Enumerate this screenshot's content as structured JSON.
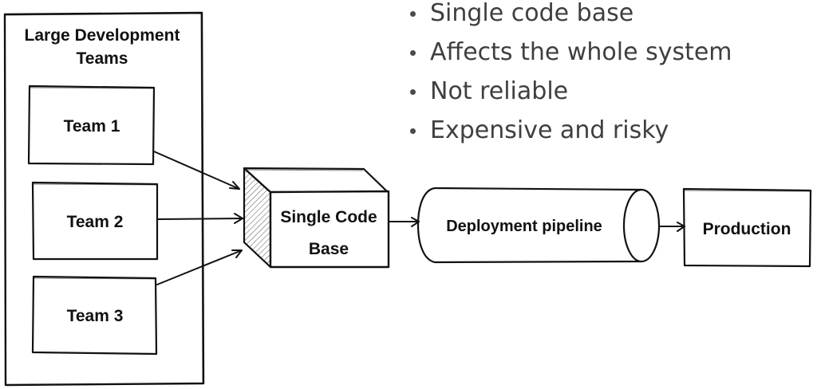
{
  "bullets": [
    "Single code base",
    "Affects the whole system",
    "Not reliable",
    "Expensive and risky"
  ],
  "teams_group": {
    "title_line1": "Large Development",
    "title_line2": "Teams",
    "teams": [
      "Team 1",
      "Team 2",
      "Team 3"
    ]
  },
  "code_base": {
    "line1": "Single Code",
    "line2": "Base"
  },
  "pipeline": {
    "label": "Deployment pipeline"
  },
  "production": {
    "label": "Production"
  },
  "icons": {
    "bullet": "bullet-dot-icon",
    "arrow": "arrow-right-icon"
  }
}
